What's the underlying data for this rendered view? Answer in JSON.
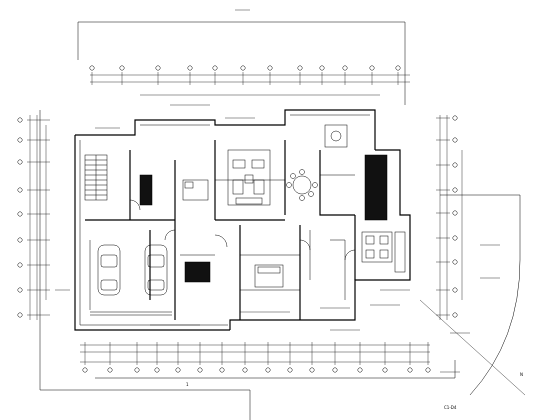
{
  "drawing": {
    "labels": {
      "north_marker": "N",
      "section_mark": "1",
      "bottom_tag": "C1-D4"
    },
    "colors": {
      "line": "#000000",
      "background": "#ffffff",
      "solid_fill": "#111111"
    }
  }
}
